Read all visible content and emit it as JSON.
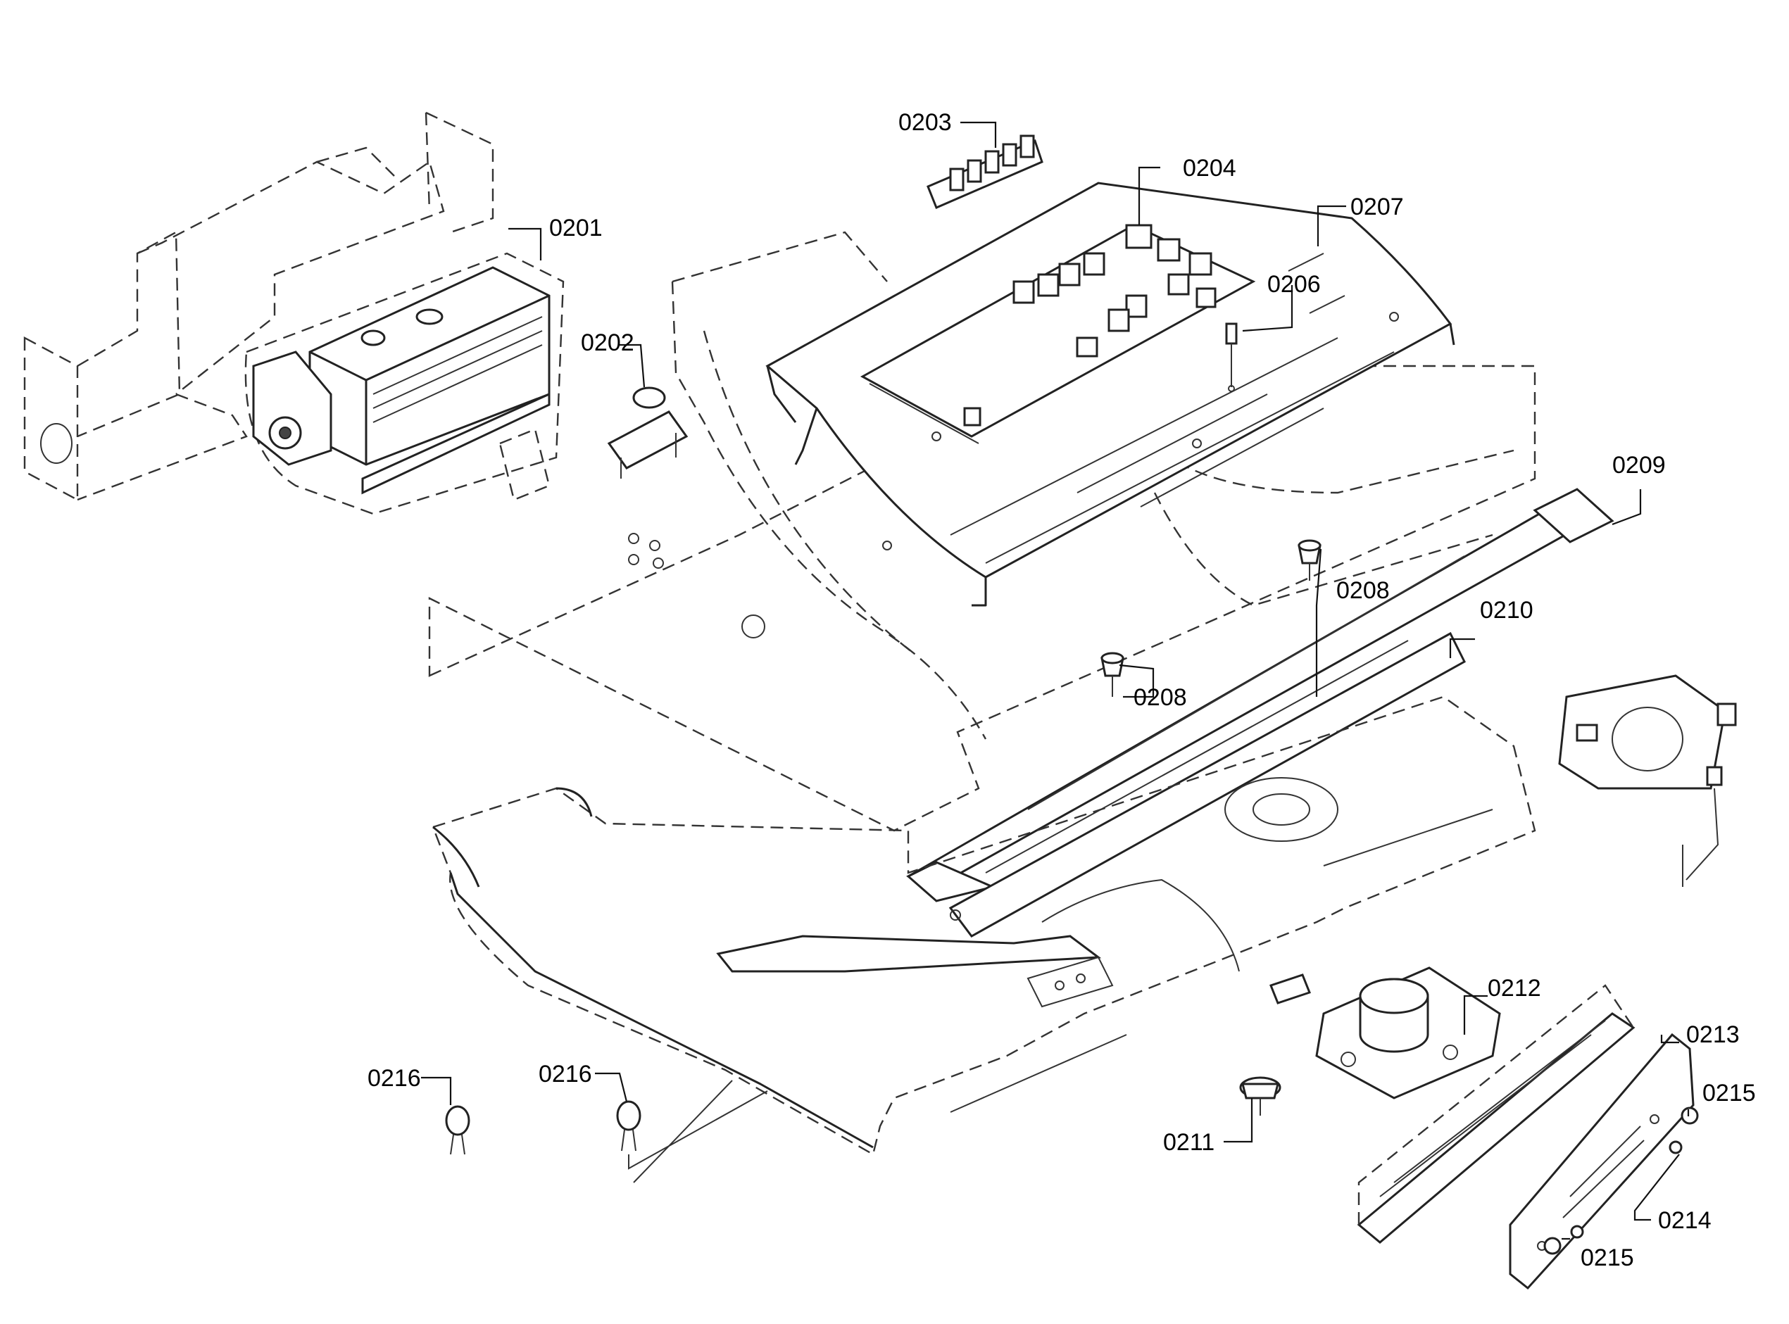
{
  "diagram": {
    "callouts": [
      {
        "id": "0201",
        "text": "0201"
      },
      {
        "id": "0202",
        "text": "0202"
      },
      {
        "id": "0203",
        "text": "0203"
      },
      {
        "id": "0204",
        "text": "0204"
      },
      {
        "id": "0206",
        "text": "0206"
      },
      {
        "id": "0207",
        "text": "0207"
      },
      {
        "id": "0208a",
        "text": "0208"
      },
      {
        "id": "0208b",
        "text": "0208"
      },
      {
        "id": "0209",
        "text": "0209"
      },
      {
        "id": "0210",
        "text": "0210"
      },
      {
        "id": "0211",
        "text": "0211"
      },
      {
        "id": "0212",
        "text": "0212"
      },
      {
        "id": "0213",
        "text": "0213"
      },
      {
        "id": "0214",
        "text": "0214"
      },
      {
        "id": "0215a",
        "text": "0215"
      },
      {
        "id": "0215b",
        "text": "0215"
      },
      {
        "id": "0216a",
        "text": "0216"
      },
      {
        "id": "0216b",
        "text": "0216"
      }
    ]
  }
}
